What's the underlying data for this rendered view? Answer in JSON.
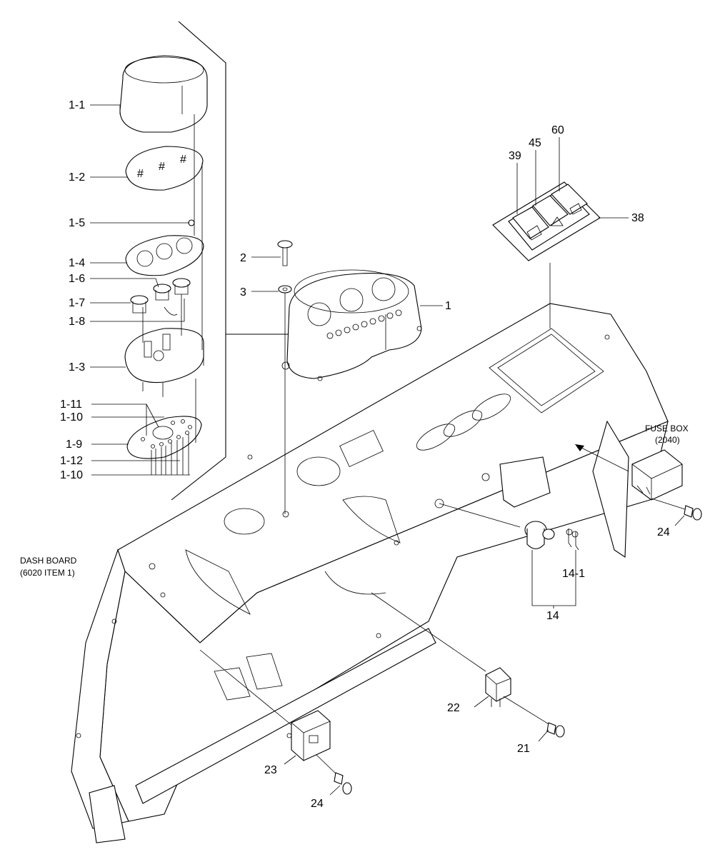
{
  "labels": {
    "l_1_1": "1-1",
    "l_1_2": "1-2",
    "l_1_5": "1-5",
    "l_1_4": "1-4",
    "l_1_6": "1-6",
    "l_1_7": "1-7",
    "l_1_8": "1-8",
    "l_1_3": "1-3",
    "l_1_11": "1-11",
    "l_1_10a": "1-10",
    "l_1_9": "1-9",
    "l_1_12": "1-12",
    "l_1_10b": "1-10",
    "l_1": "1",
    "l_2": "2",
    "l_3": "3",
    "l_38": "38",
    "l_39": "39",
    "l_45": "45",
    "l_60": "60",
    "l_14": "14",
    "l_14_1": "14-1",
    "l_21": "21",
    "l_22": "22",
    "l_23": "23",
    "l_24a": "24",
    "l_24b": "24"
  },
  "notes": {
    "fuse_box": "FUSE BOX",
    "fuse_box_ref": "(2040)",
    "dash_board": "DASH BOARD",
    "dash_board_ref": "(6020 ITEM 1)"
  }
}
